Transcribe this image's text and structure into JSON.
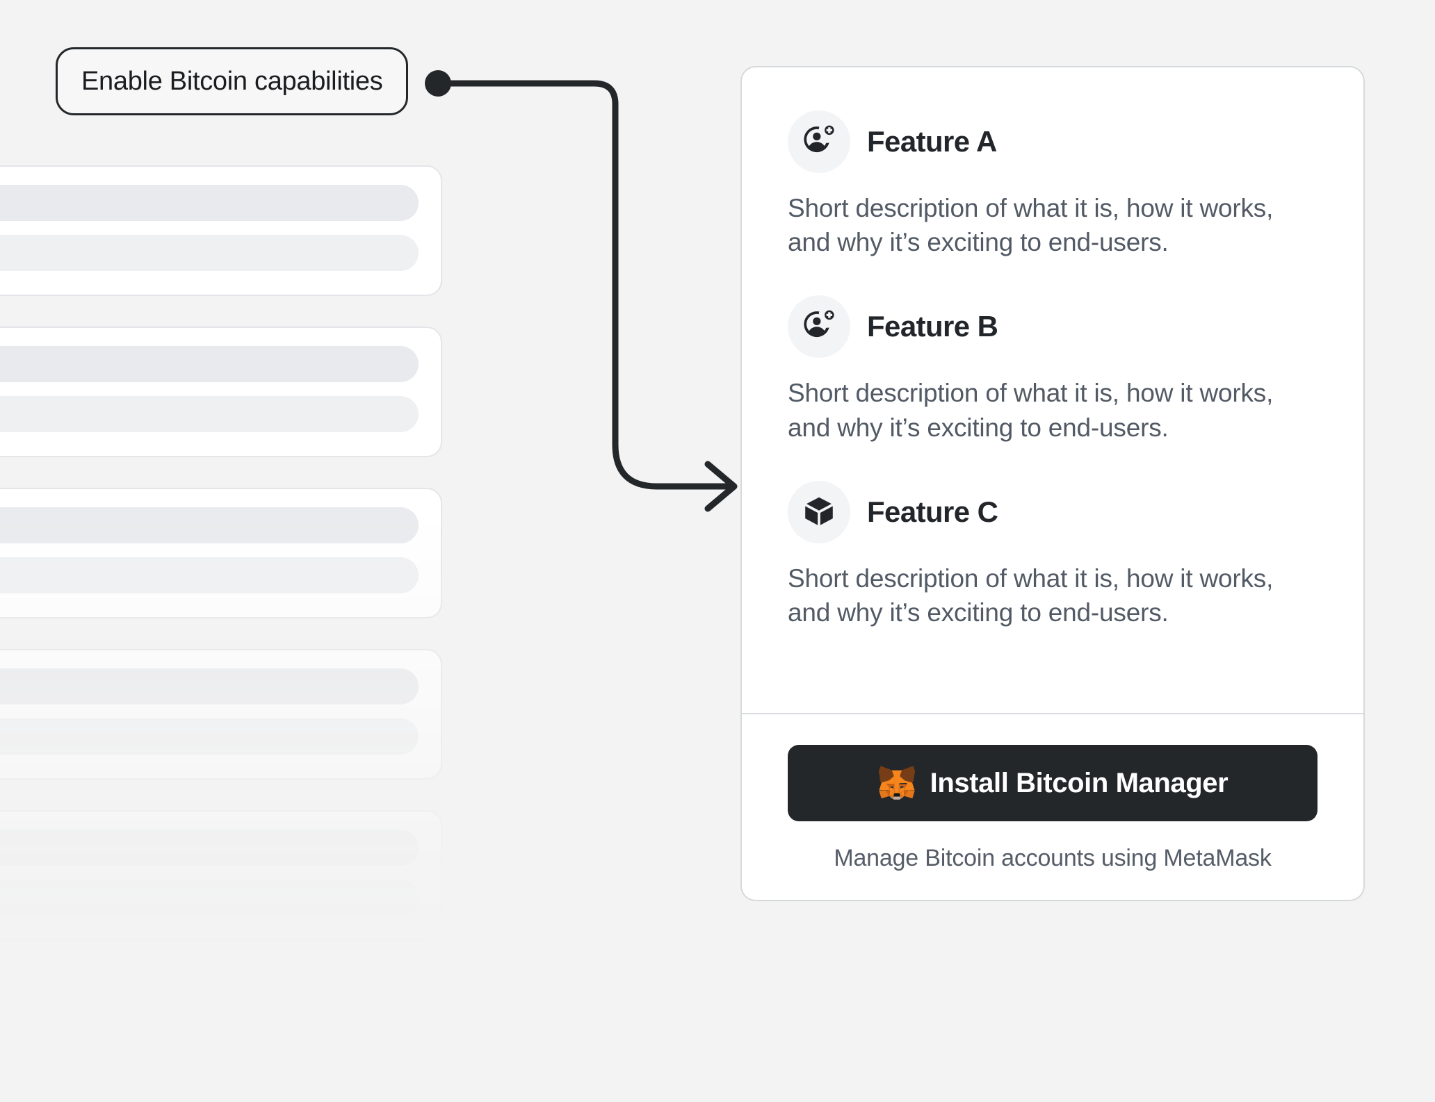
{
  "annotation": {
    "label": "Enable Bitcoin capabilities"
  },
  "colors": {
    "background": "#f3f3f3",
    "card_background": "#ffffff",
    "card_border": "#d6d9dc",
    "accent_dark": "#24272a",
    "text_primary": "#22252a",
    "text_secondary": "#525a65",
    "icon_bubble": "#f2f4f6",
    "skeleton_bar": "#e9eaed",
    "fox_orange": "#e2761b",
    "fox_light_orange": "#f5841f",
    "fox_brown": "#763d16",
    "fox_cream": "#d7c1b3"
  },
  "card": {
    "features": [
      {
        "icon": "account-add-icon",
        "title": "Feature A",
        "description": "Short description of what it is, how it works, and why it’s exciting to end-users."
      },
      {
        "icon": "account-add-icon",
        "title": "Feature B",
        "description": "Short description of what it is, how it works, and why it’s exciting to end-users."
      },
      {
        "icon": "cube-icon",
        "title": "Feature C",
        "description": "Short description of what it is, how it works, and why it’s exciting to end-users."
      }
    ],
    "footer": {
      "install_label": "Install Bitcoin Manager",
      "install_icon": "metamask-fox-icon",
      "caption": "Manage Bitcoin accounts using MetaMask"
    }
  },
  "skeleton": {
    "card_count": 6,
    "bars_per_card": 2
  }
}
